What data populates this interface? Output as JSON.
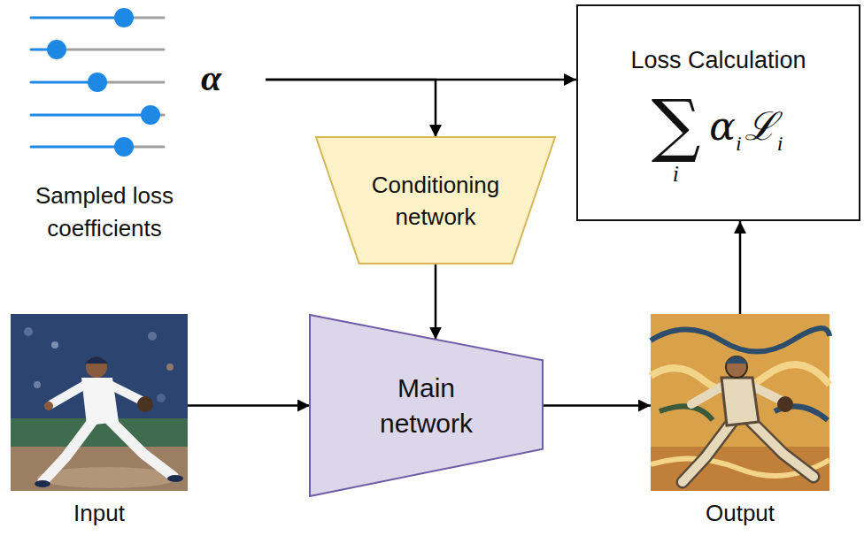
{
  "diagram": {
    "nodes": [
      {
        "text": [
          "Sampled loss coefficients",
          "α"
        ]
      },
      {
        "text": [
          "Loss Calculation",
          "∑",
          "i",
          "α",
          "i",
          "ℒ",
          "i"
        ]
      },
      {
        "text": [
          "Conditioning network"
        ]
      },
      {
        "text": [
          "Input"
        ]
      },
      {
        "text": [
          "Main network"
        ]
      },
      {
        "text": [
          "Output"
        ]
      }
    ],
    "edges": [
      {
        "from": 0,
        "to": 1,
        "arrow": "to"
      },
      {
        "from": 0,
        "to": 2,
        "arrow": "to"
      },
      {
        "from": 2,
        "to": 4,
        "arrow": "to"
      },
      {
        "from": 3,
        "to": 4,
        "arrow": "to"
      },
      {
        "from": 4,
        "to": 5,
        "arrow": "to"
      },
      {
        "from": 5,
        "to": 1,
        "arrow": "to"
      }
    ]
  }
}
